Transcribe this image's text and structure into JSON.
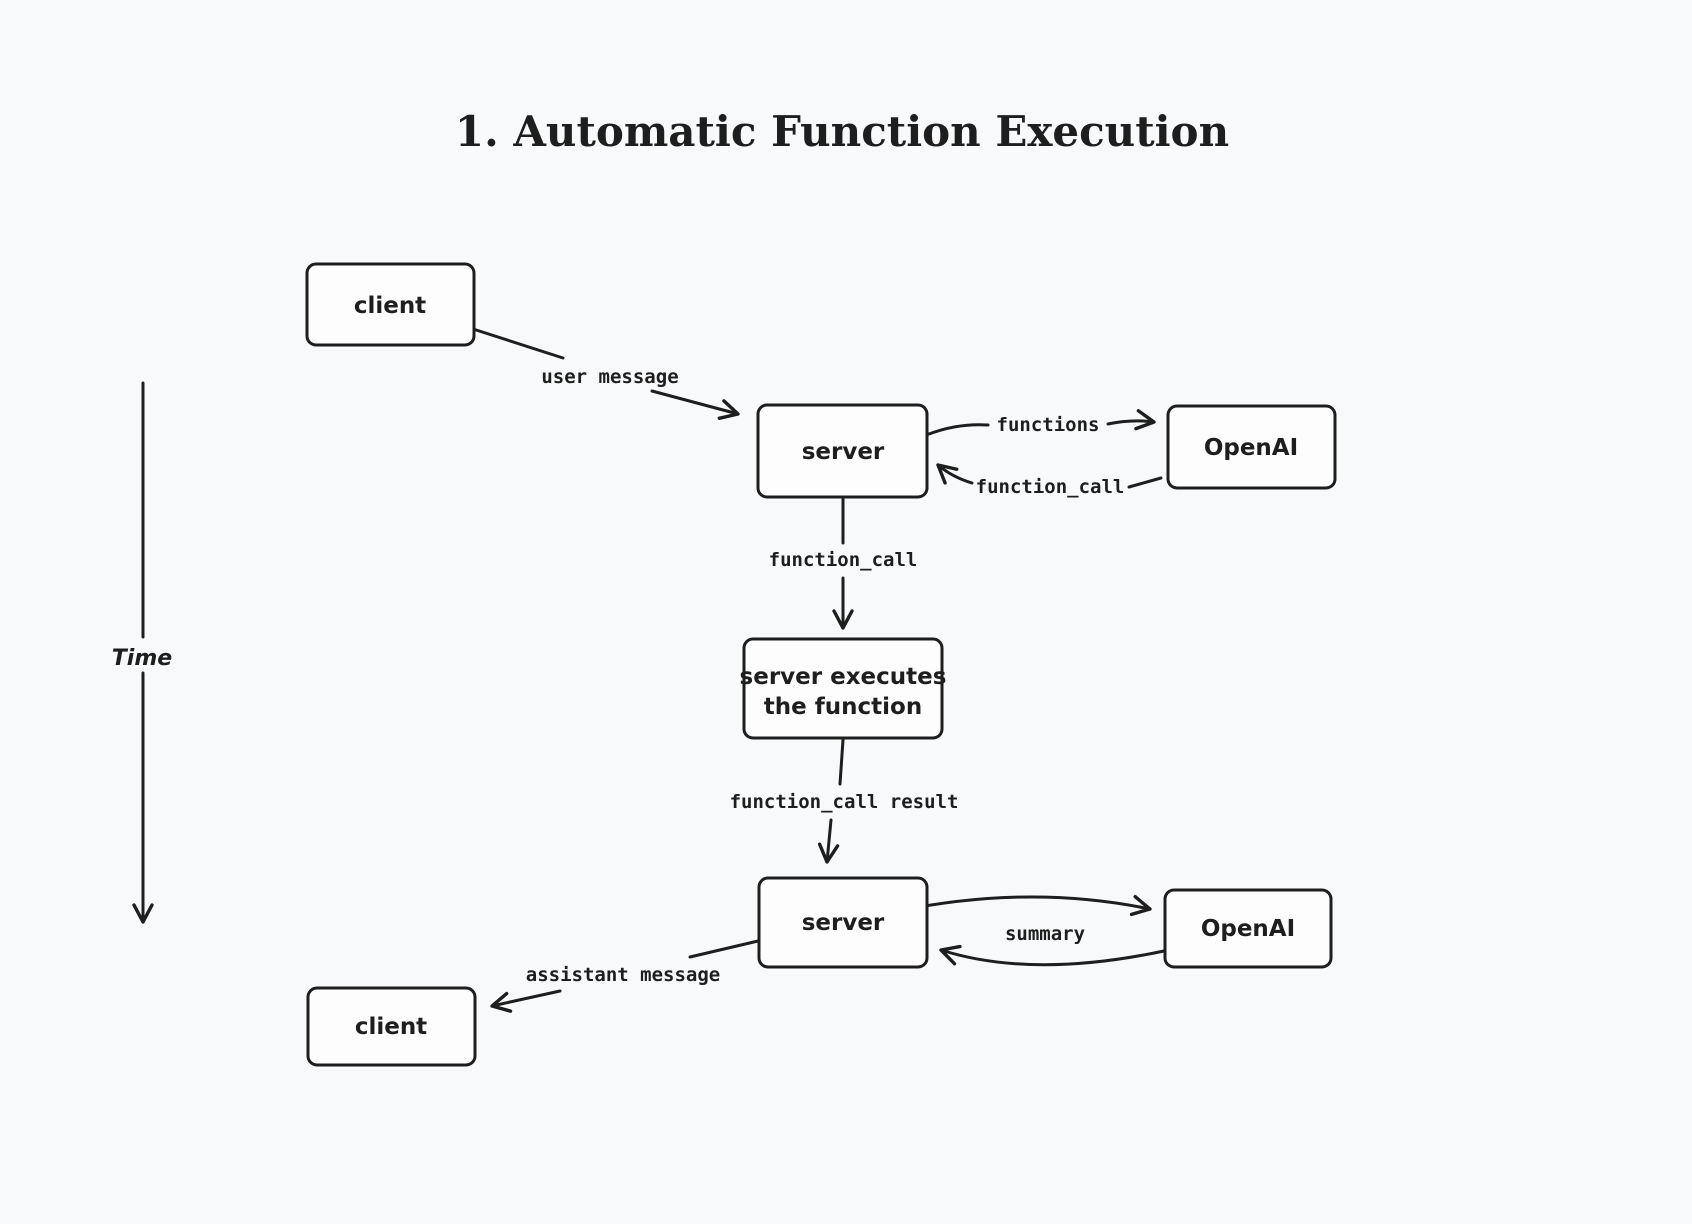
{
  "title": "1. Automatic Function Execution",
  "time_axis": {
    "label": "Time"
  },
  "nodes": {
    "client1": {
      "label": "client"
    },
    "server1": {
      "label": "server"
    },
    "openai1": {
      "label": "OpenAI"
    },
    "executor": {
      "line1": "server executes",
      "line2": "the function"
    },
    "server2": {
      "label": "server"
    },
    "openai2": {
      "label": "OpenAI"
    },
    "client2": {
      "label": "client"
    }
  },
  "edges": {
    "user_message": {
      "label": "user message"
    },
    "functions": {
      "label": "functions"
    },
    "function_call_return": {
      "label": "function_call"
    },
    "function_call_down": {
      "label": "function_call"
    },
    "function_call_result": {
      "label": "function_call result"
    },
    "summary": {
      "label": "summary"
    },
    "assistant_message": {
      "label": "assistant message"
    }
  },
  "colors": {
    "stroke": "#1e1e1e",
    "background": "#f8f9fa",
    "box_fill": "#fdfdfd"
  }
}
